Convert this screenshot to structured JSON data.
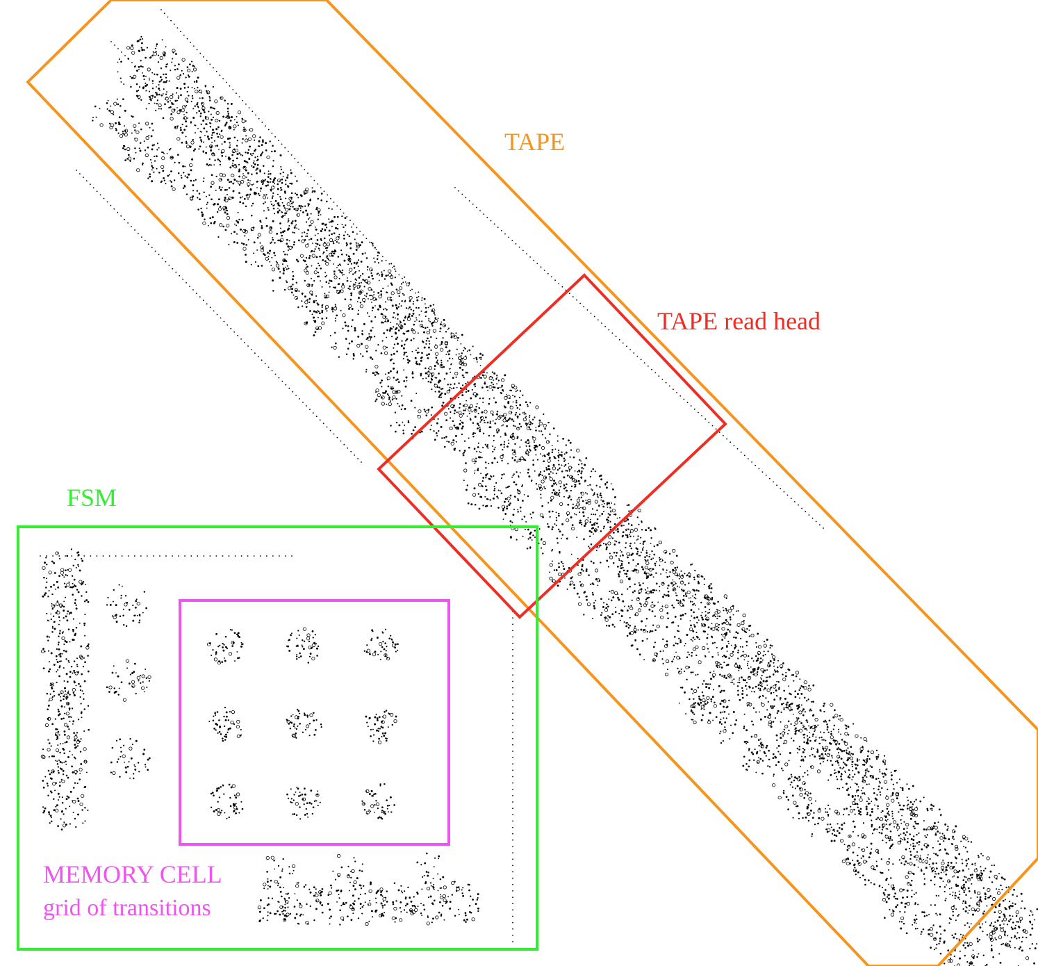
{
  "labels": {
    "tape": "TAPE",
    "read_head": "TAPE read head",
    "fsm": "FSM",
    "memory_cell": "MEMORY CELL",
    "memory_cell_sub": "grid of transitions"
  },
  "colors": {
    "tape": "#f7941d",
    "read_head": "#ee2e24",
    "fsm": "#33ee33",
    "memory_cell": "#ee55ee",
    "pattern": "#000000"
  }
}
